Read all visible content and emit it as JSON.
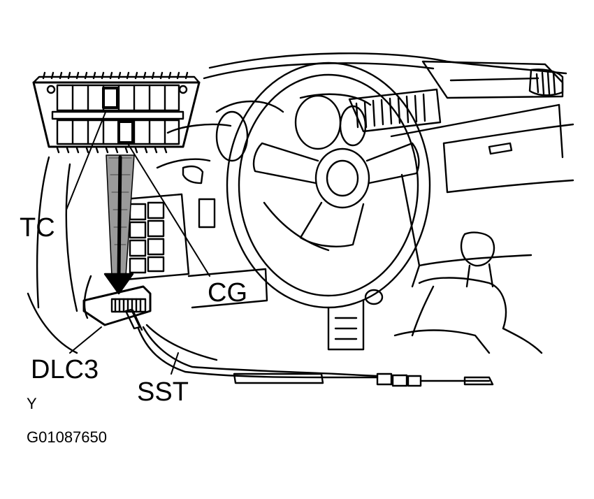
{
  "labels": {
    "tc": "TC",
    "cg": "CG",
    "dlc3": "DLC3",
    "sst": "SST",
    "y": "Y",
    "figure_id": "G01087650"
  },
  "colors": {
    "ink": "#000000",
    "paper": "#ffffff"
  }
}
